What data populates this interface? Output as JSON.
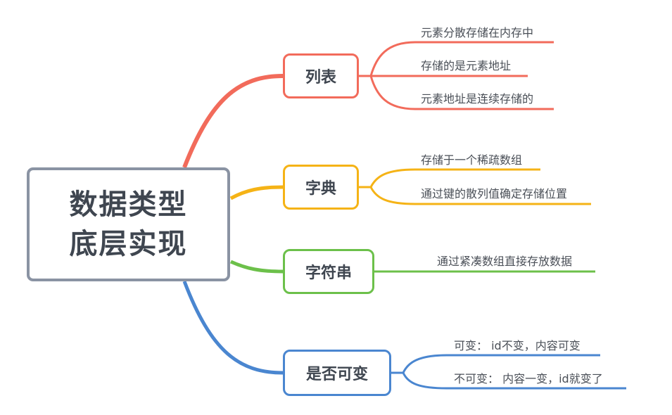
{
  "root": {
    "line1": "数据类型",
    "line2": "底层实现",
    "border_color": "#8a93a3"
  },
  "branches": [
    {
      "label": "列表",
      "color": "#f26b5b",
      "leaves": [
        "元素分散存储在内存中",
        "存储的是元素地址",
        "元素地址是连续存储的"
      ]
    },
    {
      "label": "字典",
      "color": "#f5b316",
      "leaves": [
        "存储于一个稀疏数组",
        "通过键的散列值确定存储位置"
      ]
    },
    {
      "label": "字符串",
      "color": "#6cc04a",
      "leaves": [
        "通过紧凑数组直接存放数据"
      ]
    },
    {
      "label": "是否可变",
      "color": "#4a86d0",
      "leaves": [
        "可变： id不变，内容可变",
        "不可变： 内容一变，id就变了"
      ]
    }
  ]
}
